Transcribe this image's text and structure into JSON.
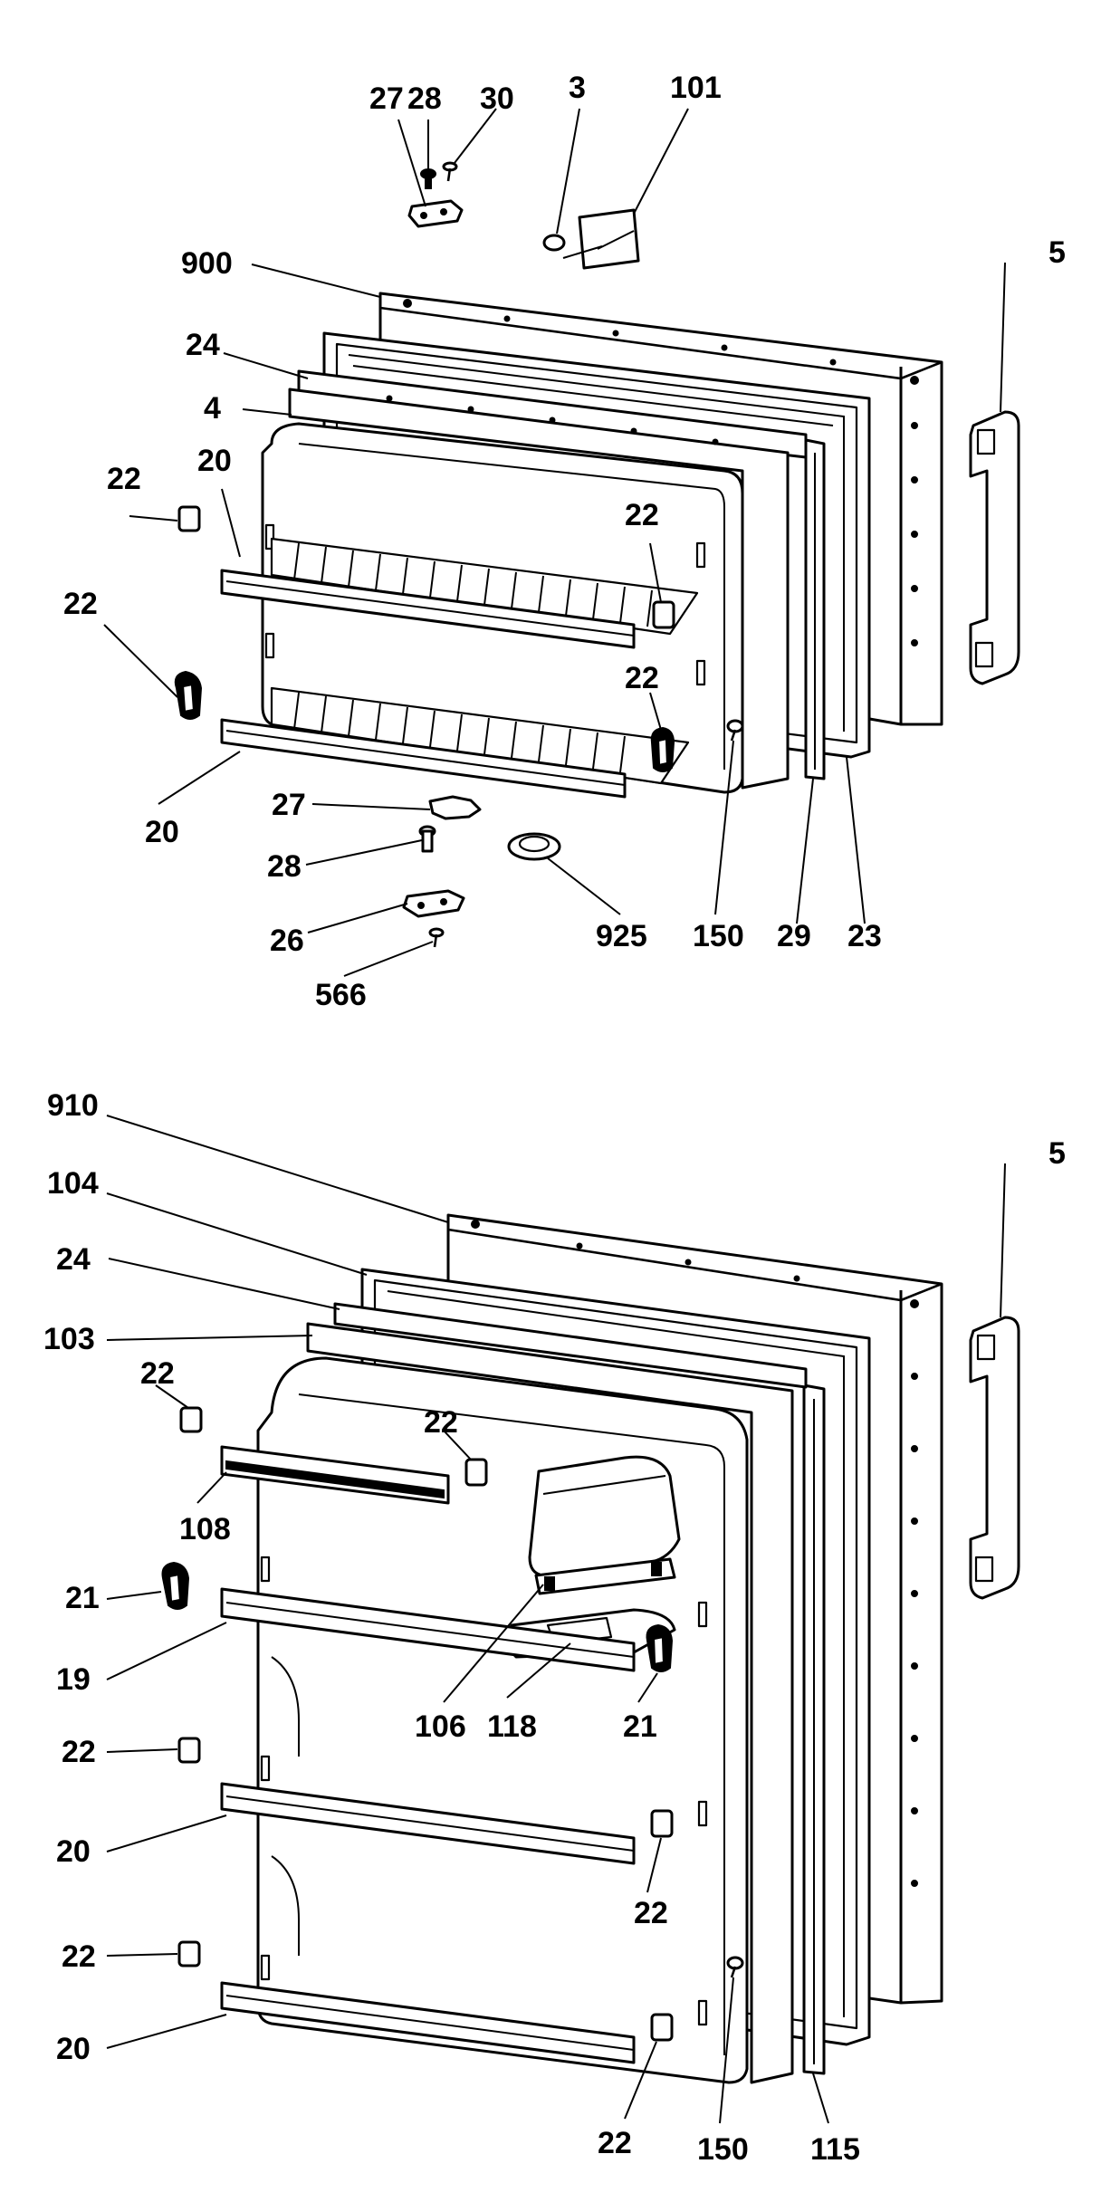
{
  "freezer_door": {
    "callouts": [
      {
        "id": "label-27-top",
        "text": "27"
      },
      {
        "id": "label-28-top",
        "text": "28"
      },
      {
        "id": "label-30",
        "text": "30"
      },
      {
        "id": "label-3",
        "text": "3"
      },
      {
        "id": "label-101",
        "text": "101"
      },
      {
        "id": "label-900",
        "text": "900"
      },
      {
        "id": "label-5-top",
        "text": "5"
      },
      {
        "id": "label-24-top",
        "text": "24"
      },
      {
        "id": "label-4",
        "text": "4"
      },
      {
        "id": "label-20-a",
        "text": "20"
      },
      {
        "id": "label-22-a",
        "text": "22"
      },
      {
        "id": "label-22-b",
        "text": "22"
      },
      {
        "id": "label-22-c",
        "text": "22"
      },
      {
        "id": "label-22-d",
        "text": "22"
      },
      {
        "id": "label-20-b",
        "text": "20"
      },
      {
        "id": "label-27-bottom",
        "text": "27"
      },
      {
        "id": "label-28-bottom",
        "text": "28"
      },
      {
        "id": "label-26",
        "text": "26"
      },
      {
        "id": "label-566",
        "text": "566"
      },
      {
        "id": "label-925",
        "text": "925"
      },
      {
        "id": "label-150-top",
        "text": "150"
      },
      {
        "id": "label-29",
        "text": "29"
      },
      {
        "id": "label-23",
        "text": "23"
      }
    ]
  },
  "fresh_food_door": {
    "callouts": [
      {
        "id": "label-910",
        "text": "910"
      },
      {
        "id": "label-5-bottom",
        "text": "5"
      },
      {
        "id": "label-104",
        "text": "104"
      },
      {
        "id": "label-24-bottom",
        "text": "24"
      },
      {
        "id": "label-103",
        "text": "103"
      },
      {
        "id": "label-22-e",
        "text": "22"
      },
      {
        "id": "label-22-f",
        "text": "22"
      },
      {
        "id": "label-108",
        "text": "108"
      },
      {
        "id": "label-21-a",
        "text": "21"
      },
      {
        "id": "label-19",
        "text": "19"
      },
      {
        "id": "label-106",
        "text": "106"
      },
      {
        "id": "label-118",
        "text": "118"
      },
      {
        "id": "label-21-b",
        "text": "21"
      },
      {
        "id": "label-22-g",
        "text": "22"
      },
      {
        "id": "label-20-c",
        "text": "20"
      },
      {
        "id": "label-22-h",
        "text": "22"
      },
      {
        "id": "label-22-i",
        "text": "22"
      },
      {
        "id": "label-20-d",
        "text": "20"
      },
      {
        "id": "label-22-j",
        "text": "22"
      },
      {
        "id": "label-150-bottom",
        "text": "150"
      },
      {
        "id": "label-115",
        "text": "115"
      }
    ]
  }
}
